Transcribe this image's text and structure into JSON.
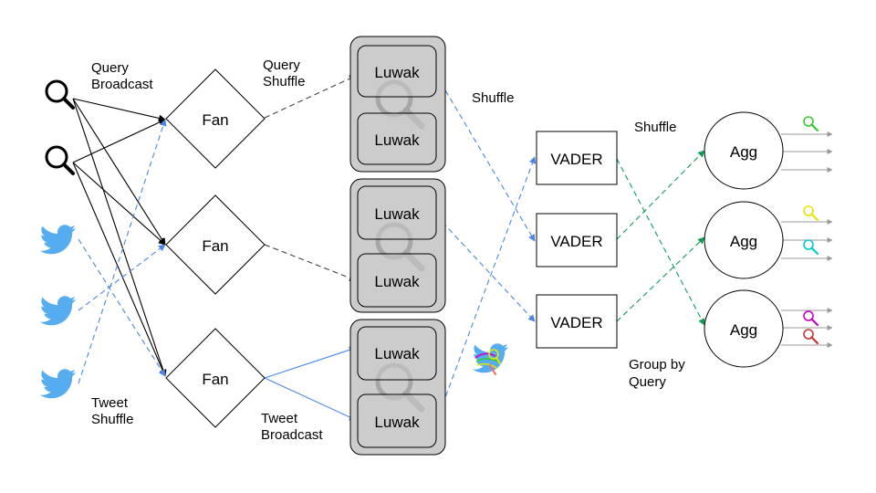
{
  "labels": {
    "query_broadcast": [
      "Query",
      "Broadcast"
    ],
    "query_shuffle": [
      "Query",
      "Shuffle"
    ],
    "shuffle_1": "Shuffle",
    "shuffle_2": "Shuffle",
    "tweet_shuffle": [
      "Tweet",
      "Shuffle"
    ],
    "tweet_broadcast": [
      "Tweet",
      "Broadcast"
    ],
    "group_by_query": [
      "Group by",
      "Query"
    ]
  },
  "nodes": {
    "fan": [
      "Fan",
      "Fan",
      "Fan"
    ],
    "luwak_groups": [
      [
        "Luwak",
        "Luwak"
      ],
      [
        "Luwak",
        "Luwak"
      ],
      [
        "Luwak",
        "Luwak"
      ]
    ],
    "vader": [
      "VADER",
      "VADER",
      "VADER"
    ],
    "agg": [
      "Agg",
      "Agg",
      "Agg"
    ]
  },
  "icons": {
    "query_sources": [
      "magnifier-icon",
      "magnifier-icon"
    ],
    "tweet_sources": [
      "twitter-bird-icon",
      "twitter-bird-icon",
      "twitter-bird-icon"
    ],
    "tagged_tweet": "twitter-bird-with-magnifier-icon",
    "output_keys": [
      "magnifier-icon",
      "magnifier-icon",
      "magnifier-icon",
      "magnifier-icon",
      "magnifier-icon"
    ]
  },
  "colors": {
    "query_edge": "#000000",
    "shuffle_edge": "#444444",
    "tweet_edge": "#4a86e8",
    "group_edge": "#0f9d58",
    "twitter_blue": "#55acee",
    "luwak_fill": "#cccccc",
    "output_keys": [
      "#33cc33",
      "#e6e600",
      "#00cccc",
      "#cc00cc",
      "#cc3333"
    ]
  }
}
